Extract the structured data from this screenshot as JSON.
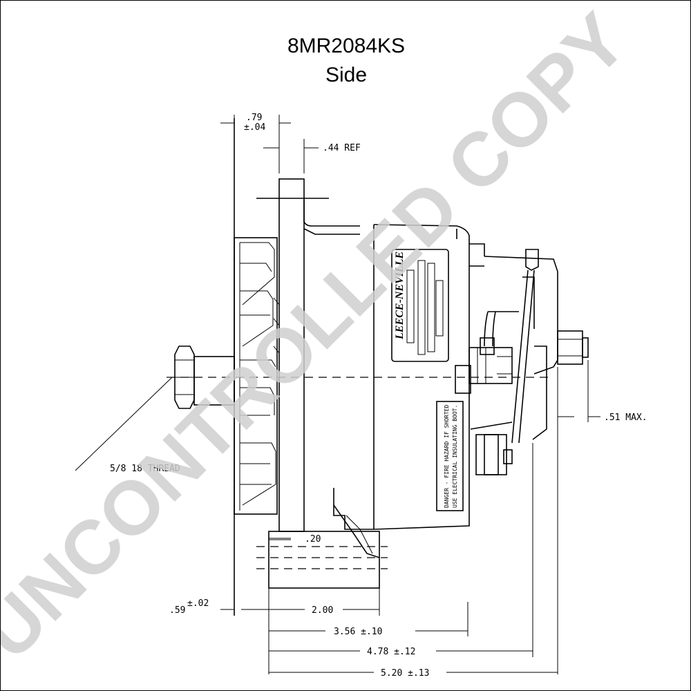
{
  "title": {
    "part_number": "8MR2084KS",
    "view": "Side"
  },
  "watermark": "UNCONTROLLED COPY",
  "brand_label": "LEECE-NEVILLE",
  "warning_label": {
    "line1": "DANGER - FIRE HAZARD IF SHORTED",
    "line2": "USE ELECTRICAL INSULATING BOOT."
  },
  "dimensions": {
    "d_079": ".79",
    "d_079_tol": "±.04",
    "d_044": ".44 REF",
    "d_051": ".51 MAX.",
    "d_thread": "5/8 18 THREAD",
    "d_020": ".20",
    "d_059": ".59",
    "d_059_tol": "±.02",
    "d_200": "2.00",
    "d_356": "3.56 ±.10",
    "d_478": "4.78 ±.12",
    "d_520": "5.20 ±.13"
  }
}
